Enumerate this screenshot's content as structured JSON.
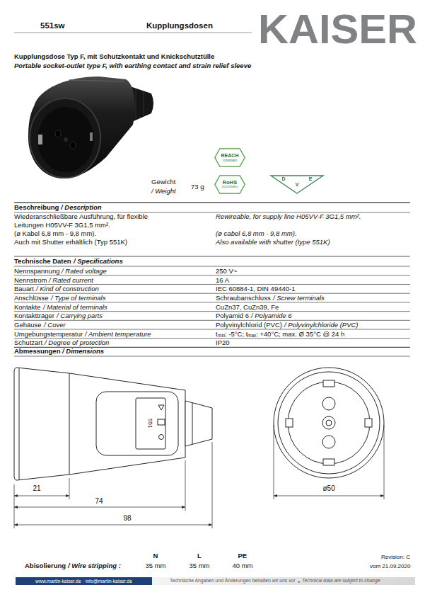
{
  "diagram": {
    "title": "Kupplungsdosen",
    "nodes": [
      {
        "text": [
          "REACH",
          "compliant"
        ]
      },
      {
        "text": [
          "RoHS",
          "2011/65/EU"
        ]
      },
      {
        "text": [
          "D",
          "E",
          "V"
        ]
      },
      {
        "text": [
          "www.martin-kaiser.de · info@martin-kaiser.de"
        ]
      }
    ],
    "labels": [
      "551sw",
      "KAISER",
      "Kupplungsdose Typ F, mit Schutzkontakt und Knickschutztülle",
      "Portable socket-outlet type F, with earthing contact and strain relief sleeve",
      "Gewicht",
      "/ Weight",
      "73 g",
      "Beschreibung",
      "/ Description",
      "Wiederanschließbare Ausführung, für flexible",
      "Leitungen H05VV-F 3G1,5 mm².",
      "(ø Kabel 6,8 mm - 9,8 mm).",
      "Auch mit Shutter erhältlich (Typ 551K)",
      "Rewireable, for supply line H05VV-F 3G1,5 mm².",
      "(ø cabel 6,8 mm - 9,8 mm).",
      "Also available with shutter (type 551K)",
      "Technische Daten",
      "/ Specifications",
      "Nennspannung",
      "/ Rated voltage",
      "250 V~",
      "Nennstrom",
      "/ Rated current",
      "16 A",
      "Bauart",
      "/ Kind of construction",
      "IEC 60884-1, DIN 49440-1",
      "Anschlüsse",
      "/ Type of terminals",
      "Schraubanschluss",
      "/ Screw terminals",
      "Kontakte",
      "/ Material of terminals",
      "CuZn37, CuZn39, Fe",
      "Kontaktträger",
      "/ Carrying parts",
      "Polyamid 6",
      "/ Polyamide 6",
      "Gehäuse",
      "/ Cover",
      "Polyvinylchlorid (PVC)",
      "/ Polyvinylchloride (PVC)",
      "Umgebungstemperatur",
      "/ Ambient temperature",
      "t",
      "min",
      ": -5°C; t",
      "max",
      ": +40°C; max. Ø 35°C @ 24 h",
      "Schutzart",
      "/ Degree of protection",
      "IP20",
      "Abmessungen",
      "/ Dimensions",
      "551",
      "21",
      "74",
      "98",
      "ø50",
      "N",
      "L",
      "PE",
      "Abisolierung",
      "/ Wire stripping :",
      "35 mm",
      "35 mm",
      "40 mm",
      "Revision: C",
      "vom 21.09.2020",
      "Technische Angaben und Änderungen behalten wir uns vor",
      "●",
      "Technical data are subject to change"
    ]
  }
}
